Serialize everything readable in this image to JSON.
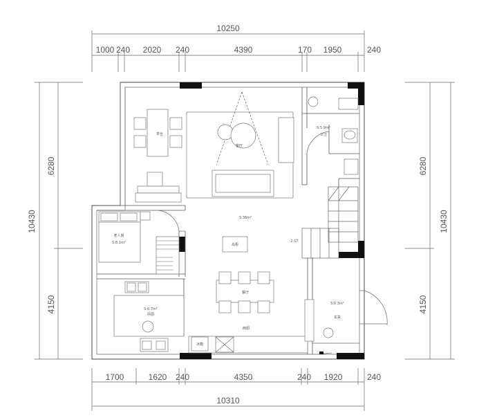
{
  "dimensions": {
    "top_total": "10250",
    "top_segments": [
      "1000",
      "240",
      "2020",
      "240",
      "4390",
      "170",
      "1950",
      "240"
    ],
    "bottom_segments": [
      "1700",
      "1620",
      "240",
      "4350",
      "240",
      "1920",
      "240"
    ],
    "bottom_total": "10310",
    "left_total": "10430",
    "left_segments": [
      "6280",
      "4150"
    ],
    "right_total": "10430",
    "right_segments": [
      "6280",
      "4150"
    ]
  },
  "rooms": {
    "tea_table": "茶台",
    "living_room": "客厅",
    "living_area": "S:36m²",
    "bathroom": "公卫",
    "bathroom_area": "S:5.9m²",
    "elder_room": "老人房",
    "elder_area": "S:8.1m²",
    "kitchen": "中厨",
    "kitchen_area": "S:6.7m²",
    "island": "岛柜",
    "dining": "餐厅",
    "bar": "西厨",
    "entry": "玄关",
    "entry_area": "S:6.3m²",
    "stair_mark": "2:17",
    "fridge": "冰箱"
  }
}
